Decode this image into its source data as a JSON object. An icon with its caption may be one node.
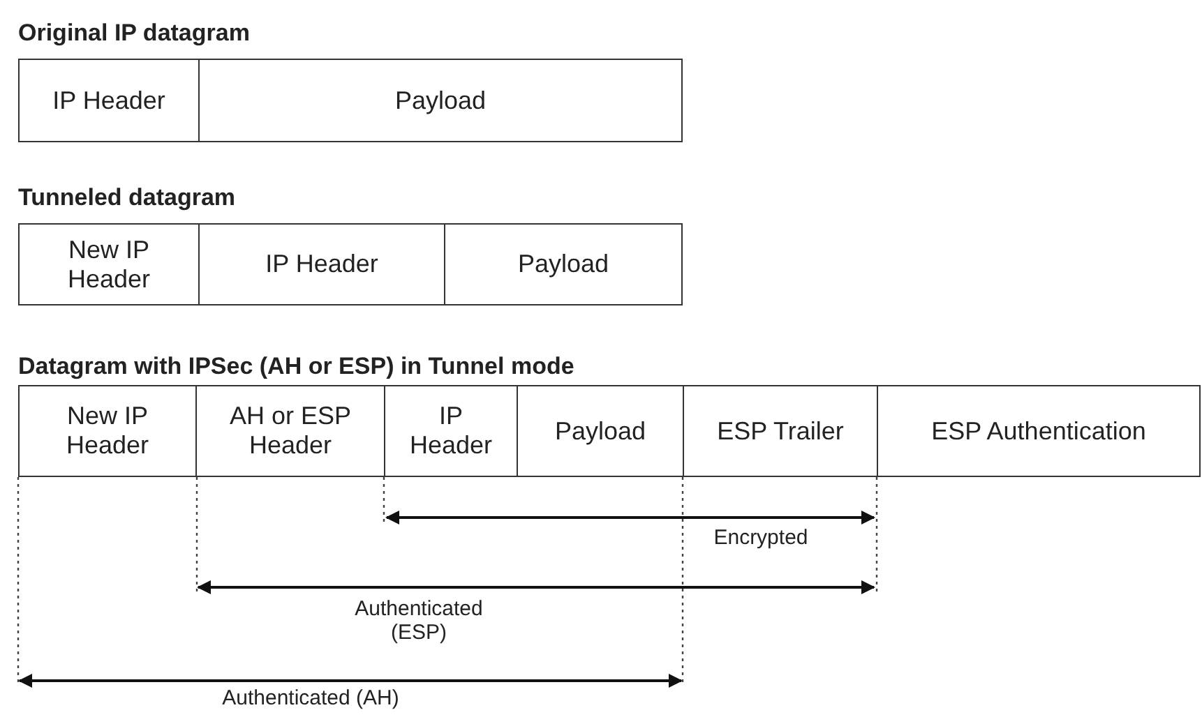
{
  "diagram": {
    "nodes": [
      {
        "text": [
          "IP Header"
        ]
      },
      {
        "text": [
          "Payload"
        ]
      },
      {
        "text": [
          "New IP Header"
        ]
      },
      {
        "text": [
          "IP Header"
        ]
      },
      {
        "text": [
          "Payload"
        ]
      },
      {
        "text": [
          "New IP Header"
        ]
      },
      {
        "text": [
          "AH or ESP Header"
        ]
      },
      {
        "text": [
          "IP Header"
        ]
      },
      {
        "text": [
          "Payload"
        ]
      },
      {
        "text": [
          "ESP Trailer"
        ]
      },
      {
        "text": [
          "ESP Authentication"
        ]
      }
    ],
    "edges": [],
    "labels": [
      "Original IP datagram",
      "Tunneled datagram",
      "Datagram with IPSec (AH or ESP) in Tunnel mode",
      "Encrypted",
      "Authenticated (ESP)",
      "Authenticated (AH)"
    ]
  }
}
